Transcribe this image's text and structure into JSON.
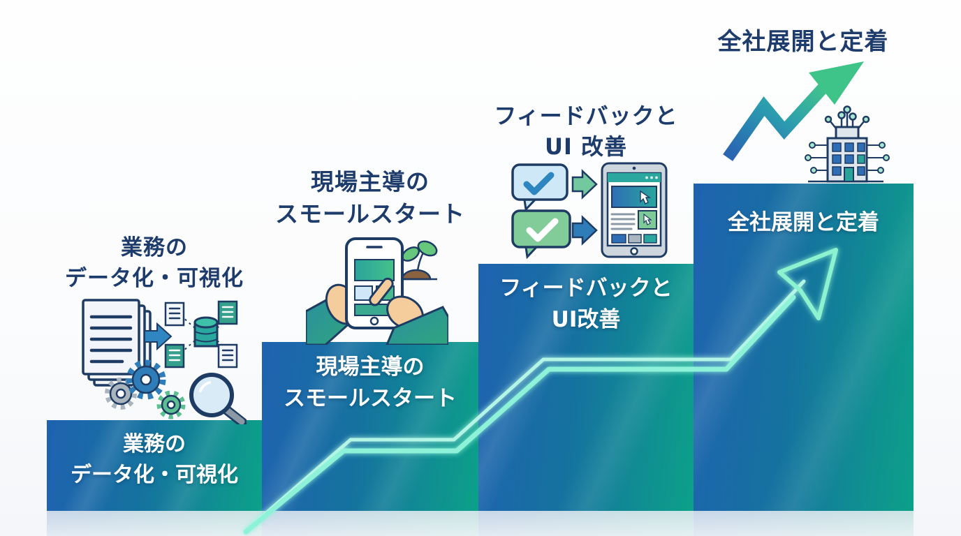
{
  "steps": [
    {
      "header": [
        "業務の",
        "データ化・可視化"
      ],
      "block_label": [
        "業務の",
        "データ化・可視化"
      ],
      "icon": "documents-to-database-gears-magnifier-icon"
    },
    {
      "header": [
        "現場主導の",
        "スモールスタート"
      ],
      "block_label": [
        "現場主導の",
        "スモールスタート"
      ],
      "icon": "hands-smartphone-sprout-icon"
    },
    {
      "header": [
        "フィードバックと",
        "UI 改善"
      ],
      "block_label": [
        "フィードバックと",
        "UI改善"
      ],
      "icon": "feedback-chat-bubbles-tablet-icon"
    },
    {
      "header": [
        "全社展開と定着"
      ],
      "block_label": [
        "全社展開と定着"
      ],
      "icon": "zigzag-growth-arrow-smart-building-icon"
    }
  ],
  "decorations": {
    "ascending_glow_arrow": "neon-step-up-arrow",
    "bottom_reflection": "floor-reflection-strip"
  },
  "colors": {
    "block_gradient_left": "#1f62b0",
    "block_gradient_right": "#0ca189",
    "header_text": "#1d3c6b",
    "block_label_text": "#ffffff",
    "glow_line": "#8df2d8",
    "growth_arrow_blue": "#2a66b2",
    "growth_arrow_green": "#44c689",
    "reflection_base": "#e4e9ef",
    "background": "#ffffff"
  }
}
